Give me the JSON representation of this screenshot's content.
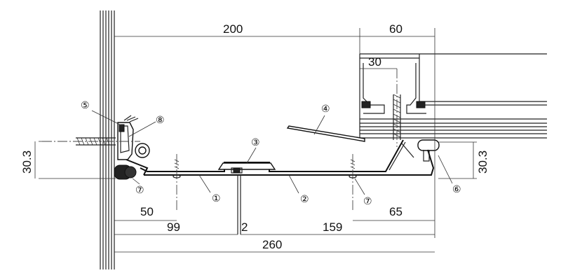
{
  "dimensions": {
    "width_200": "200",
    "width_60": "60",
    "width_30": "30",
    "height_left": "30.3",
    "height_right": "30.3",
    "dim_50": "50",
    "dim_99": "99",
    "dim_2": "2",
    "dim_159": "159",
    "dim_65": "65",
    "dim_260": "260"
  },
  "callouts": [
    {
      "label": "①"
    },
    {
      "label": "②"
    },
    {
      "label": "③"
    },
    {
      "label": "④"
    },
    {
      "label": "⑤"
    },
    {
      "label": "⑥"
    },
    {
      "label": "⑦"
    },
    {
      "label": "⑦"
    },
    {
      "label": "⑧"
    }
  ]
}
